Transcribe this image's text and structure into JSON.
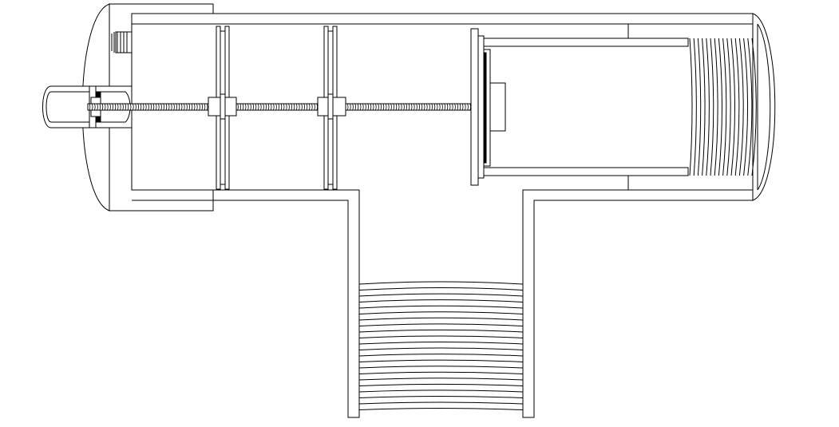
{
  "diagram": {
    "labels": [],
    "colors": {
      "stroke": "#000000",
      "background": "#ffffff"
    },
    "components": {
      "coil_turns_right": 16,
      "coil_turns_bottom": 22,
      "spacer_discs": 2
    }
  }
}
